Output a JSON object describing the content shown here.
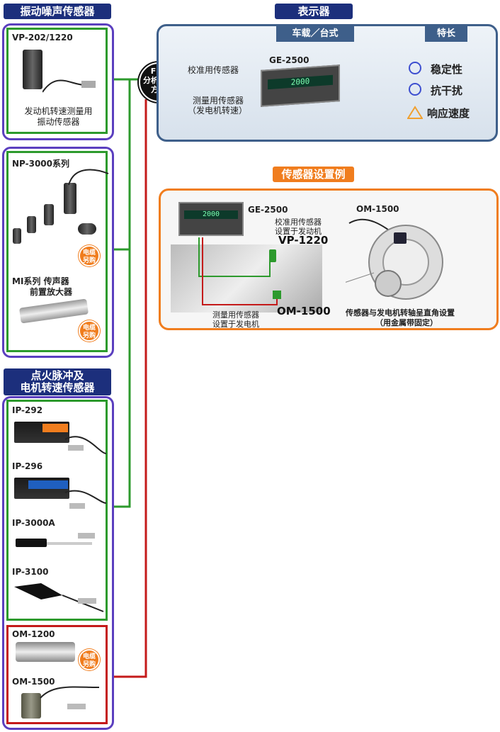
{
  "vibration": {
    "header": "振动噪声传感器",
    "vp_model": "VP-202/1220",
    "vp_desc_1": "发动机转速测量用",
    "vp_desc_2": "振动传感器",
    "np_model": "NP-3000系列",
    "mi_label_1": "MI系列  传声器",
    "mi_label_2": "前置放大器",
    "cable_buy_1": "电缆",
    "cable_buy_2": "另购"
  },
  "ignition": {
    "header_1": "点火脉冲及",
    "header_2": "电机转速传感器",
    "ip292": "IP-292",
    "ip296": "IP-296",
    "ip3000a": "IP-3000A",
    "ip3100": "IP-3100"
  },
  "om": {
    "om1200": "OM-1200",
    "om1500": "OM-1500"
  },
  "fft": {
    "line1": "FFT",
    "line2": "分析处理",
    "line3": "方式"
  },
  "display": {
    "header": "表示器",
    "tab_type": "车载／台式",
    "tab_feature": "特长",
    "model": "GE-2500",
    "calib_label": "校准用传感器",
    "measure_label_1": "测量用传感器",
    "measure_label_2": "（发电机转速）",
    "screen_value": "2000",
    "features": [
      {
        "icon": "circle",
        "label": "稳定性"
      },
      {
        "icon": "circle",
        "label": "抗干扰"
      },
      {
        "icon": "triangle",
        "label": "响应速度"
      }
    ]
  },
  "example": {
    "header": "传感器设置例",
    "ge_model": "GE-2500",
    "calib_1": "校准用传感器",
    "calib_2": "设置于发动机",
    "vp1220": "VP-1220",
    "measure_1": "测量用传感器",
    "measure_2": "设置于发电机",
    "om1500_tag": "OM-1500",
    "om1500_top": "OM-1500",
    "note_1": "传感器与发电机转轴呈直角设置",
    "note_2": "（用金属带固定）",
    "screen_value": "2000"
  },
  "colors": {
    "purple_border": "#5b3fbf",
    "green_line": "#2d9a2d",
    "red_line": "#c41a1a",
    "navy_header": "#1c2f7c",
    "orange_accent": "#f07d1e"
  }
}
